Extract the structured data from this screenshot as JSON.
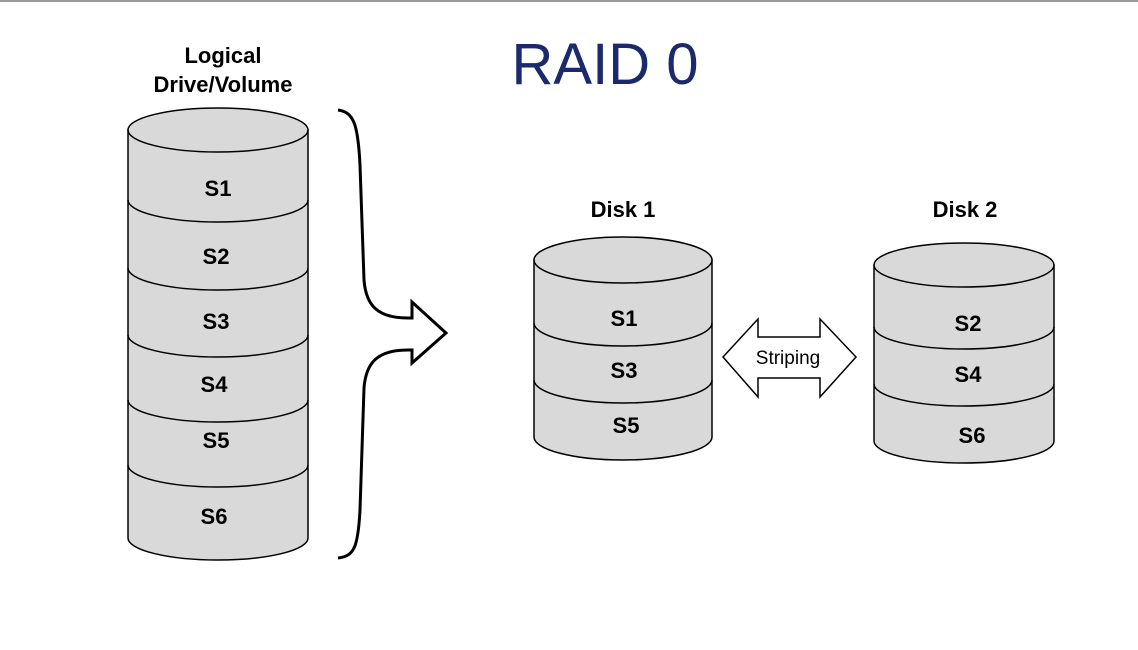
{
  "title": "RAID 0",
  "colors": {
    "title": "#1a2a6c",
    "cylinder_fill": "#d9d9d9",
    "outline": "#000000"
  },
  "logical_volume": {
    "caption_line1": "Logical",
    "caption_line2": "Drive/Volume",
    "segments": [
      "S1",
      "S2",
      "S3",
      "S4",
      "S5",
      "S6"
    ]
  },
  "disk1": {
    "caption": "Disk 1",
    "segments": [
      "S1",
      "S3",
      "S5"
    ]
  },
  "disk2": {
    "caption": "Disk 2",
    "segments": [
      "S2",
      "S4",
      "S6"
    ]
  },
  "striping_label": "Striping"
}
